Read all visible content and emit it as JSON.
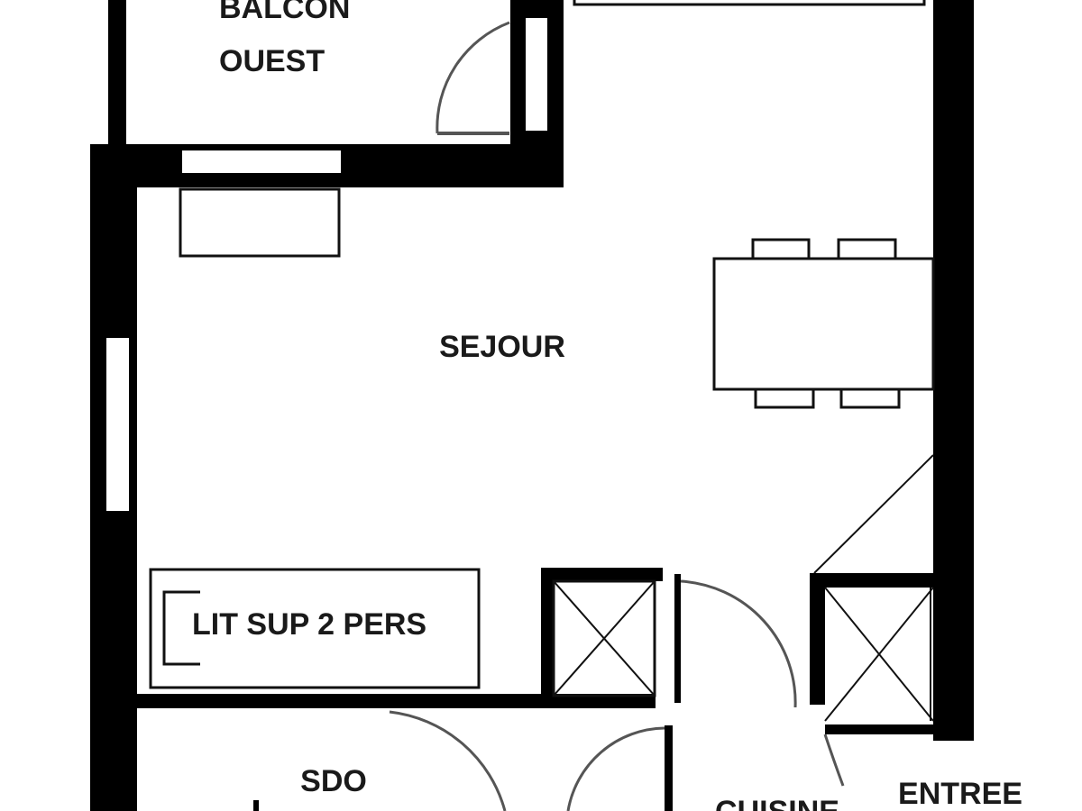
{
  "rooms": {
    "balcon_line1": "BALCON",
    "balcon_line2": "OUEST",
    "sejour": "SEJOUR",
    "lit_sup": "LIT SUP 2 PERS",
    "sdo": "SDO",
    "cuisine": "CUISINE",
    "entree": "ENTREE"
  },
  "colors": {
    "wall": "#000000",
    "background": "#ffffff",
    "door_swing": "#555555"
  }
}
